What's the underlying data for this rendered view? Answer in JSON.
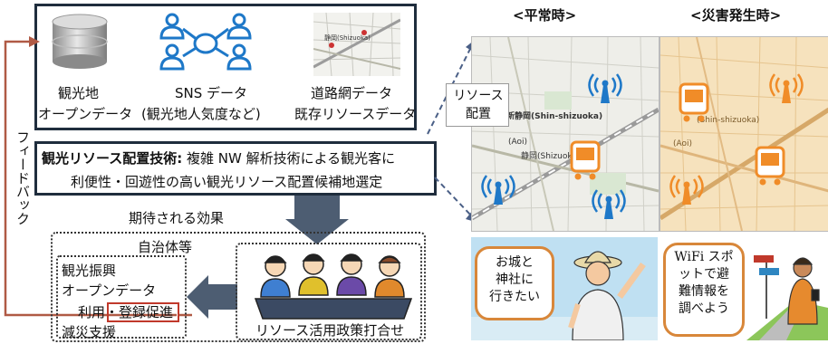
{
  "data_sources": [
    {
      "icon": "database-icon",
      "line1": "観光地",
      "line2": "オープンデータ"
    },
    {
      "icon": "social-network-icon",
      "line1": "SNS データ",
      "line2": "(観光地人気度など)"
    },
    {
      "icon": "road-map-icon",
      "line1": "道路網データ",
      "line2": "既存リソースデータ"
    }
  ],
  "feedback_label": "フィードバック",
  "technology": {
    "bold": "観光リソース配置技術:",
    "line1_rest": "複雑 NW 解析技術による観光客に",
    "line2": "利便性・回遊性の高い観光リソース配置候補地選定"
  },
  "expected_effect": "期待される効果",
  "municipality": {
    "title": "自治体等",
    "items": [
      "観光振興",
      "オープンデータ",
      "利用・登録促進",
      "減災支援"
    ]
  },
  "meeting_label": "リソース活用政策打合せ",
  "resource_placement": "リソース\n配置",
  "normal_title": "<平常時>",
  "disaster_title": "<災害発生時>",
  "map_labels": {
    "station": "静岡(Shizuoka)",
    "shin_station": "新静岡(Shin-shizuoka)",
    "aoi": "(Aoi)",
    "shin_plain": "(Shin-shizuoka)"
  },
  "tourist_speech": "お城と\n神社に\n行きたい",
  "disaster_speech": "WiFi スポ\nットで避\n難情報を\n調べよう",
  "colors": {
    "frame": "#1f2d3d",
    "feedback_arrow": "#b05a45",
    "highlight": "#c0392b",
    "icon_blue": "#1e78c8",
    "icon_orange": "#f08c28",
    "speech_border": "#d8873a",
    "dashed_arrow": "#4a5f86"
  }
}
